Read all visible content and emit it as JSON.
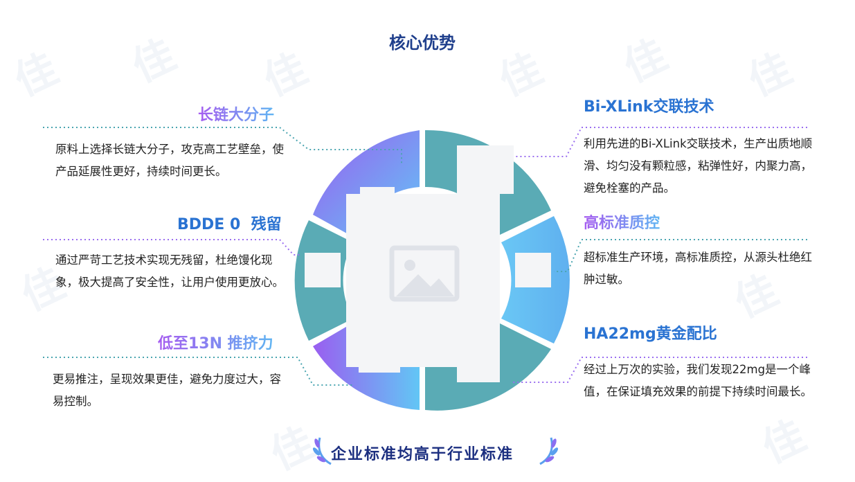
{
  "title": "核心优势",
  "watermark": "佳",
  "features_left": [
    {
      "heading": "长链大分子",
      "text": "原料上选择长链大分子，攻克高工艺壁垒，使产品延展性更好，持续时间更长。"
    },
    {
      "heading": "BDDE 0  残留",
      "text": "通过严苛工艺技术实现无残留，杜绝馒化现象，极大提高了安全性，让用户使用更放心。"
    },
    {
      "heading": "低至13N 推挤力",
      "text": "更易推注，呈现效果更佳，避免力度过大，容易控制。"
    }
  ],
  "features_right": [
    {
      "heading": "Bi-XLink交联技术",
      "text": "利用先进的Bi-XLink交联技术，生产出质地顺滑、均匀没有颗粒感，粘弹性好，内聚力高，避免栓塞的产品。"
    },
    {
      "heading": "高标准质控",
      "text": "超标准生产环境，高标准质控，从源头杜绝红肿过敏。"
    },
    {
      "heading": "HA22mg黄金配比",
      "text": "经过上万次的实验，我们发现22mg是一个峰值，在保证填充效果的前提下持续时间最长。"
    }
  ],
  "footer": "企业标准均高于行业标准",
  "colors": {
    "teal": "#5aabb5",
    "purple": "#9a5ef0",
    "blue": "#5fb4f2",
    "navy": "#1f3f8c"
  }
}
